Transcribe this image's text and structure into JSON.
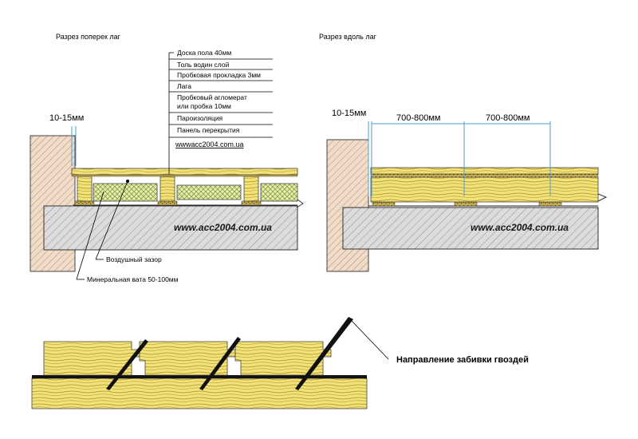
{
  "section_across": {
    "title": "Разрез поперек лаг",
    "layers": [
      "Доска пола 40мм",
      "Толь водин слой",
      "Пробковая прокладка 3мм",
      "Лага",
      "Пробковый агломерат",
      "или пробка 10мм",
      "Пароизоляция",
      "Панель перекрытия"
    ],
    "url": "wwwacc2004.com.ua",
    "gap_dimension": "10-15мм",
    "watermark": "www.acc2004.com.ua",
    "callout_air_gap": "Воздушный зазор",
    "callout_mineral_wool": "Минеральная вата 50-100мм"
  },
  "section_along": {
    "title": "Разрез вдоль лаг",
    "gap_dimension": "10-15мм",
    "span_1": "700-800мм",
    "span_2": "700-800мм",
    "watermark": "www.acc2004.com.ua"
  },
  "nail_detail": {
    "label": "Направление забивки гвоздей"
  },
  "colors": {
    "wood": "#f2e27a",
    "wood_grain": "#a89020",
    "insulation": "#e3eda0",
    "concrete": "#dcdcdc",
    "cork": "#8a7a3a",
    "dimension": "#4f9fd0",
    "roofing_felt": "#111111"
  }
}
